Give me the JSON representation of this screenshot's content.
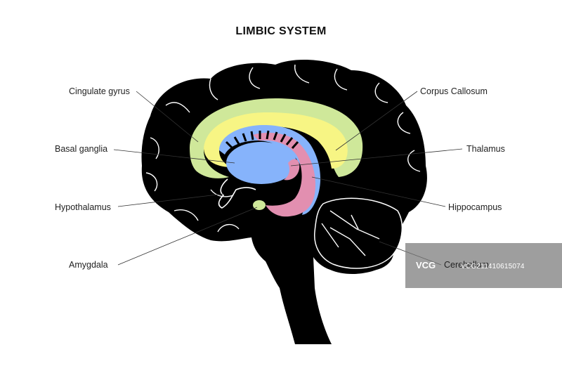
{
  "title": "LIMBIC SYSTEM",
  "labels": {
    "cingulate_gyrus": "Cingulate gyrus",
    "basal_ganglia": "Basal ganglia",
    "hypothalamus": "Hypothalamus",
    "amygdala": "Amygdala",
    "corpus_callosum": "Corpus Callosum",
    "thalamus": "Thalamus",
    "hippocampus": "Hippocampus",
    "cerebellum": "Cerebellum"
  },
  "colors": {
    "brain": "#000000",
    "cingulate": "#cfe89a",
    "corpus_callosum": "#f7f584",
    "thalamus_basal": "#86b3fb",
    "hippocampus": "#e28fb0",
    "leader_line": "#333333"
  },
  "watermark": {
    "logo": "VCG",
    "id": "VCG211410615074"
  }
}
